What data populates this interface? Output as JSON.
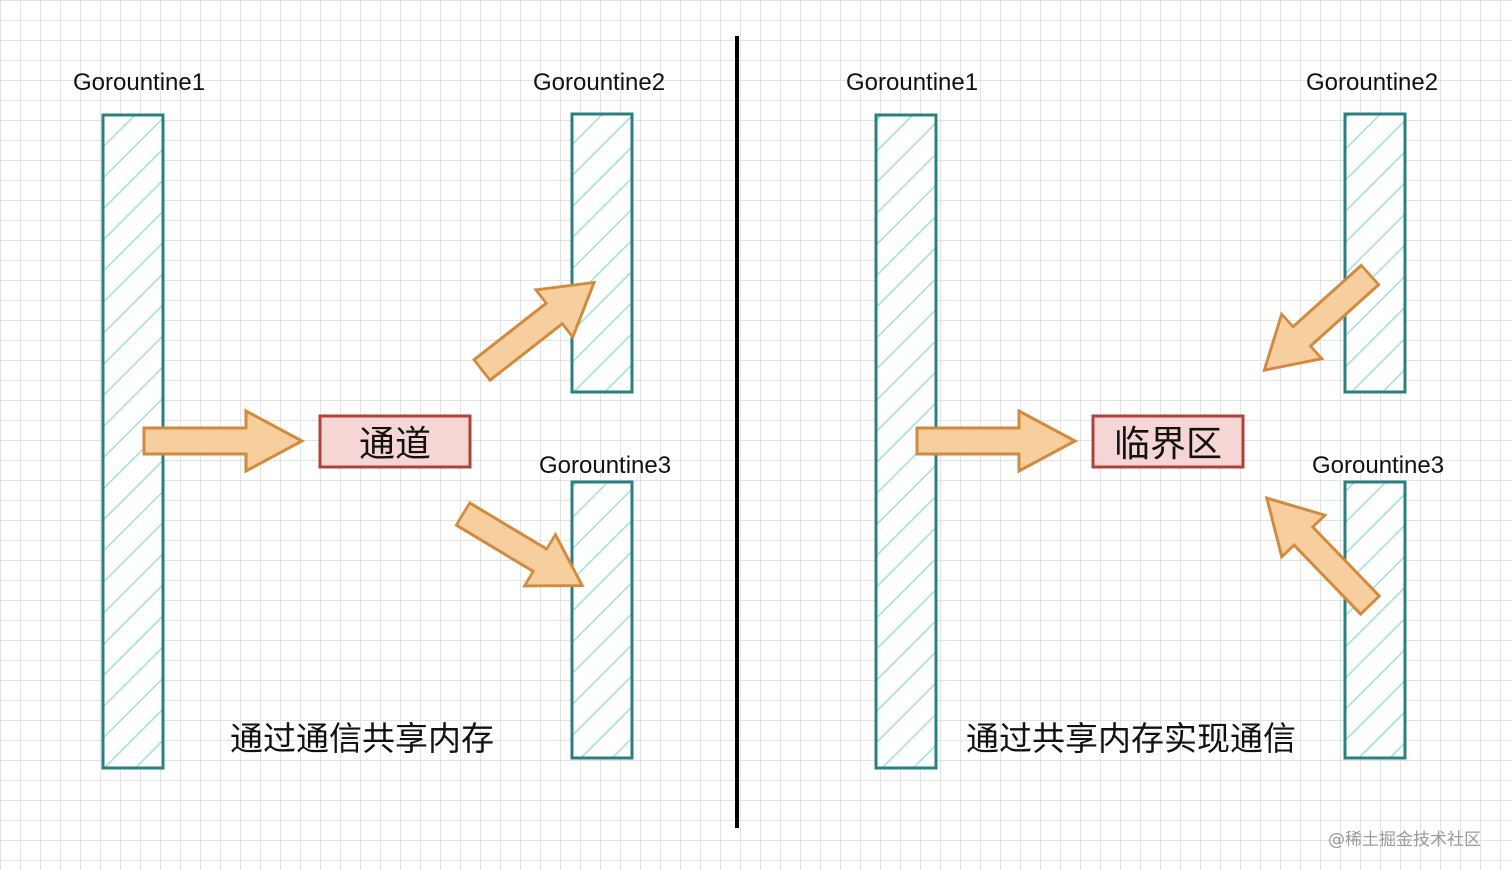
{
  "left_panel": {
    "g1_label": "Gorountine1",
    "g2_label": "Gorountine2",
    "g3_label": "Gorountine3",
    "hub_label": "通道",
    "caption": "通过通信共享内存"
  },
  "right_panel": {
    "g1_label": "Gorountine1",
    "g2_label": "Gorountine2",
    "g3_label": "Gorountine3",
    "hub_label": "临界区",
    "caption": "通过共享内存实现通信"
  },
  "watermark": "@稀土掘金技术社区",
  "colors": {
    "bar_border": "#2a8080",
    "bar_hatch": "#9fe0d4",
    "arrow_fill": "#f7cf9e",
    "arrow_stroke": "#d28a3e",
    "hub_fill": "#f6d5d5",
    "hub_stroke": "#b2413c",
    "divider": "#000000"
  }
}
